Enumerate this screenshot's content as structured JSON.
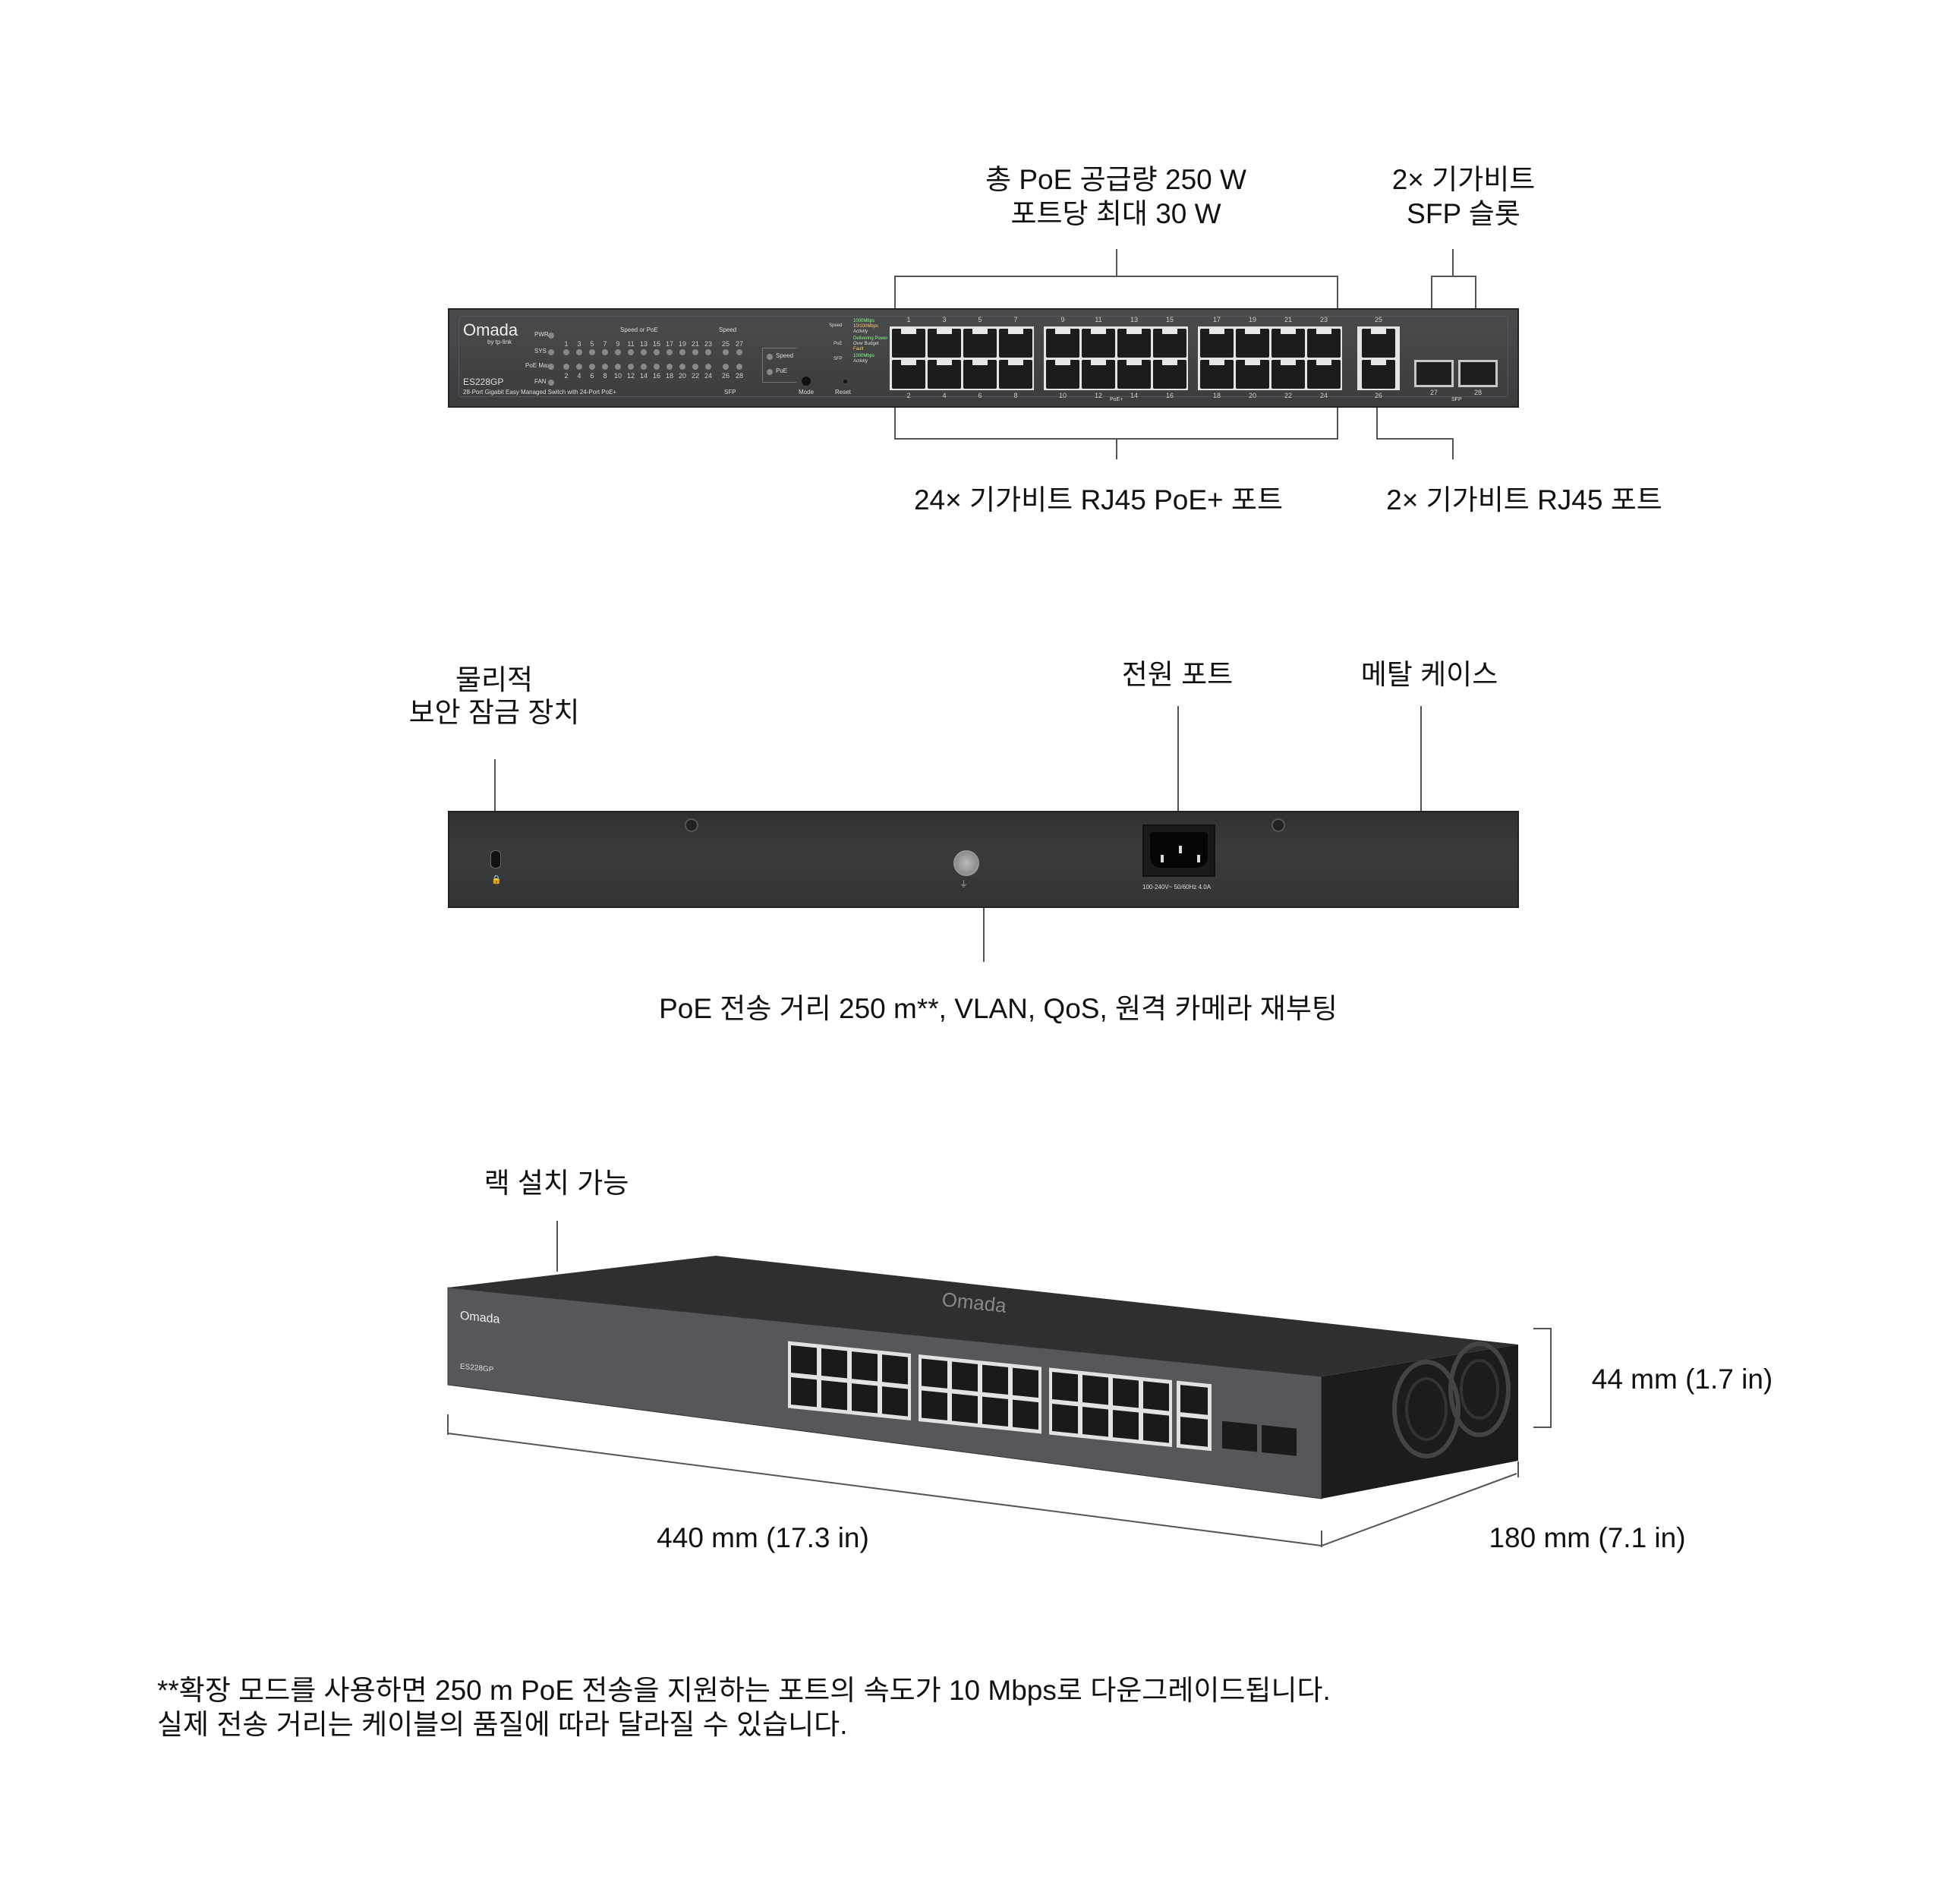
{
  "front_view": {
    "callouts": {
      "poe_budget_line1": "총 PoE 공급량 250 W",
      "poe_budget_line2": "포트당 최대 30 W",
      "sfp_line1": "2× 기가비트",
      "sfp_line2": "SFP 슬롯",
      "poe_ports": "24× 기가비트 RJ45 PoE+ 포트",
      "rj45_ports": "2× 기가비트 RJ45 포트"
    },
    "panel": {
      "brand": "Omada",
      "brand_sub": "by tp-link",
      "model": "ES228GP",
      "description": "28-Port Gigabit Easy Managed Switch with 24-Port PoE+",
      "led_pwr": "PWR",
      "led_sys": "SYS",
      "led_poemax": "PoE Max",
      "led_fan": "FAN",
      "speed_or_poe": "Speed or PoE",
      "speed": "Speed",
      "sfp": "SFP",
      "mode_speed": "Speed",
      "mode_poe": "PoE",
      "mode": "Mode",
      "reset": "Reset",
      "legend_speed": "Speed",
      "legend_1000": "1000Mbps",
      "legend_10100": "10/100Mbps",
      "legend_activity": "Activity",
      "legend_poe": "PoE",
      "legend_delivering": "Delivering Power",
      "legend_over": "Over Budget",
      "legend_fault": "Fault",
      "legend_sfp": "SFP",
      "legend_sfp1000": "1000Mbps",
      "legend_sfpact": "Activity",
      "poe_plus": "PoE+",
      "sfp_group": "SFP",
      "odd_ports": [
        "1",
        "3",
        "5",
        "7",
        "9",
        "11",
        "13",
        "15",
        "17",
        "19",
        "21",
        "23"
      ],
      "even_ports": [
        "2",
        "4",
        "6",
        "8",
        "10",
        "12",
        "14",
        "16",
        "18",
        "20",
        "22",
        "24"
      ],
      "port_25": "25",
      "port_26": "26",
      "port_27": "27",
      "port_28": "28"
    }
  },
  "rear_view": {
    "callouts": {
      "lock_line1": "물리적",
      "lock_line2": "보안 잠금 장치",
      "power_port": "전원 포트",
      "metal_case": "메탈 케이스",
      "features": "PoE 전송 거리 250 m**,  VLAN,  QoS,  원격 카메라 재부팅"
    },
    "power_rating": "100-240V~ 50/60Hz  4.0A"
  },
  "angled_view": {
    "rack": "랙 설치 가능",
    "height": "44 mm  (1.7 in)",
    "width": "440 mm  (17.3 in)",
    "depth": "180 mm  (7.1 in)"
  },
  "footnote": {
    "line1": "**확장 모드를 사용하면 250 m PoE 전송을 지원하는 포트의 속도가 10 Mbps로 다운그레이드됩니다.",
    "line2": "실제 전송 거리는 케이블의 품질에 따라 달라질 수 있습니다."
  },
  "colors": {
    "chassis": "#3a3b3d",
    "led_green": "#3fbf3f",
    "led_amber": "#f0b020"
  }
}
